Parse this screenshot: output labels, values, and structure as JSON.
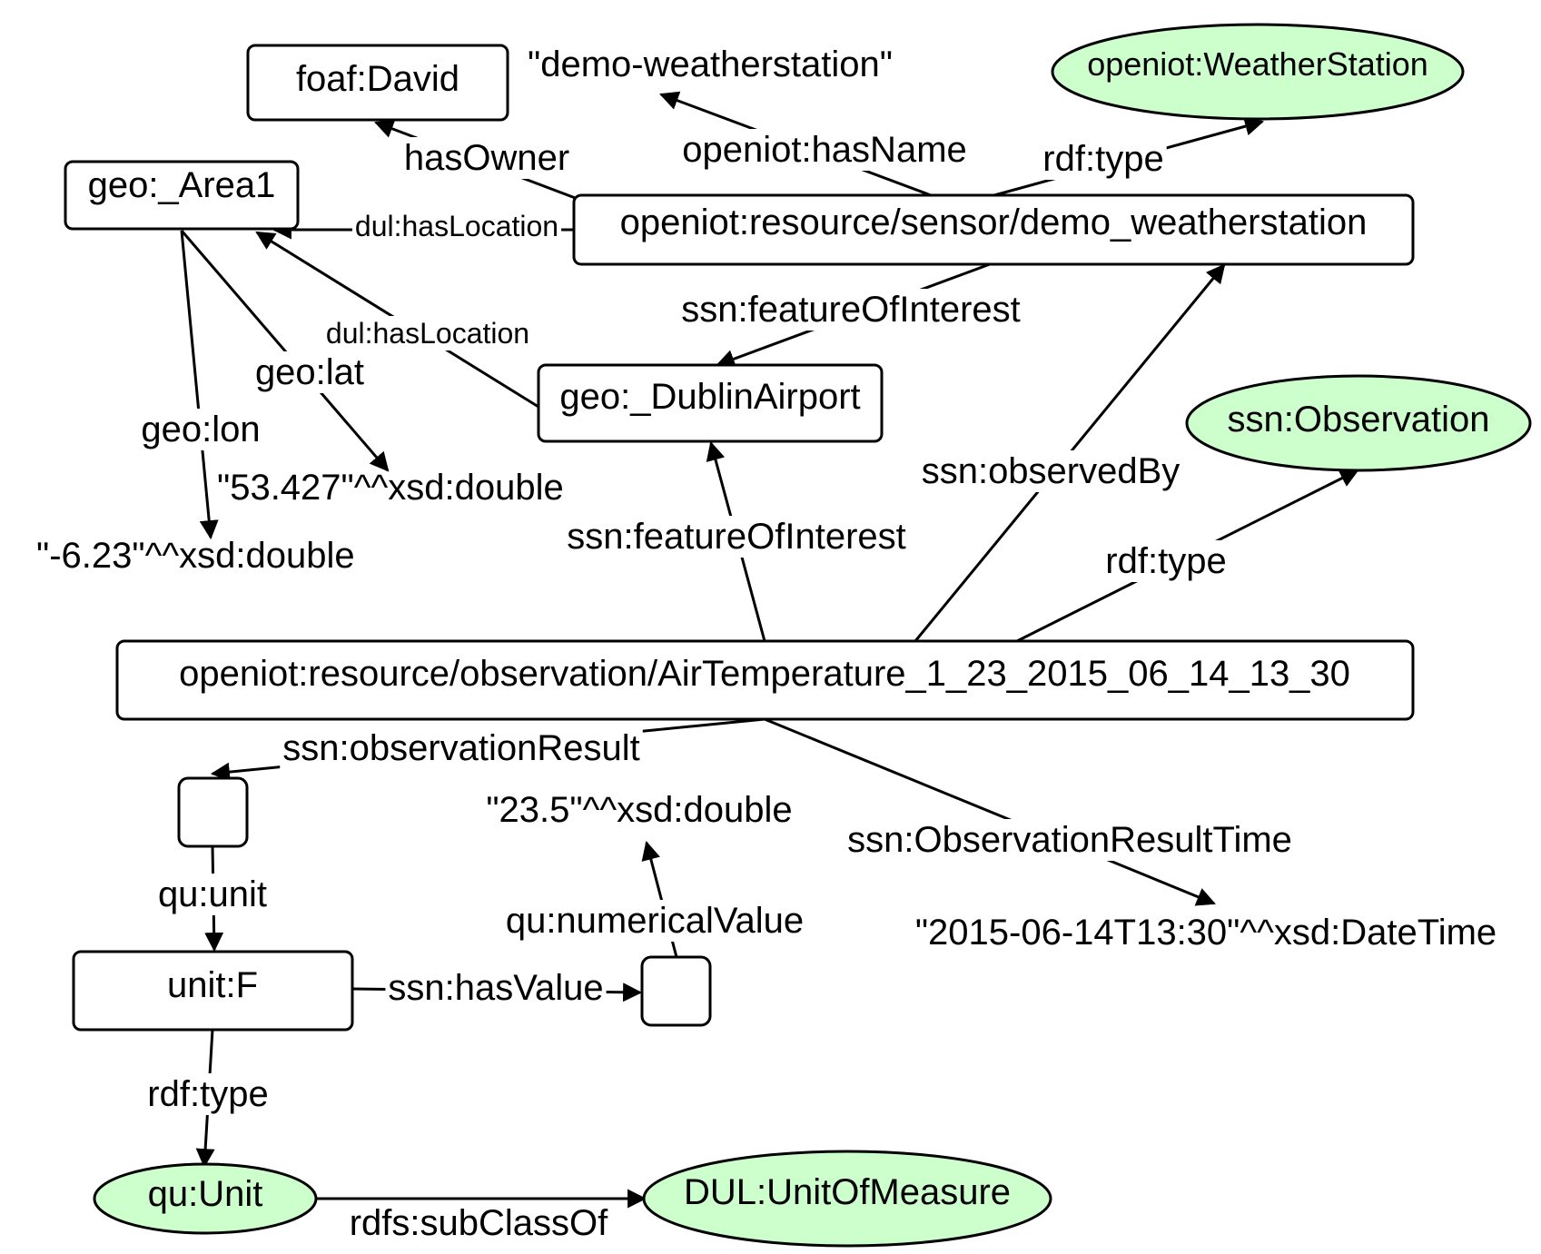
{
  "colors": {
    "class_fill": "#ccffcc",
    "stroke": "#000000",
    "background": "#ffffff"
  },
  "nodes": {
    "david": "foaf:David",
    "demo_name": "\"demo-weatherstation\"",
    "weatherstation_class": "openiot:WeatherStation",
    "area1": "geo:_Area1",
    "sensor": "openiot:resource/sensor/demo_weatherstation",
    "dublin": "geo:_DublinAirport",
    "observation_class": "ssn:Observation",
    "lat_value": "\"53.427\"^^xsd:double",
    "lon_value": "\"-6.23\"^^xsd:double",
    "observation": "openiot:resource/observation/AirTemperature_1_23_2015_06_14_13_30",
    "value_23_5": "\"23.5\"^^xsd:double",
    "result_time_value": "\"2015-06-14T13:30\"^^xsd:DateTime",
    "unit_f": "unit:F",
    "qu_unit": "qu:Unit",
    "dul_unit": "DUL:UnitOfMeasure"
  },
  "edges": {
    "has_owner": "hasOwner",
    "has_name": "openiot:hasName",
    "rdf_type_sensor": "rdf:type",
    "dul_has_location_sensor": "dul:hasLocation",
    "dul_has_location_dublin": "dul:hasLocation",
    "feature_of_interest_sensor": "ssn:featureOfInterest",
    "geo_lat": "geo:lat",
    "geo_lon": "geo:lon",
    "observed_by": "ssn:observedBy",
    "feature_of_interest_obs": "ssn:featureOfInterest",
    "rdf_type_obs": "rdf:type",
    "observation_result": "ssn:observationResult",
    "observation_result_time": "ssn:ObservationResultTime",
    "qu_unit_edge": "qu:unit",
    "numerical_value": "qu:numericalValue",
    "has_value": "ssn:hasValue",
    "rdf_type_unit": "rdf:type",
    "subclass_of": "rdfs:subClassOf"
  }
}
